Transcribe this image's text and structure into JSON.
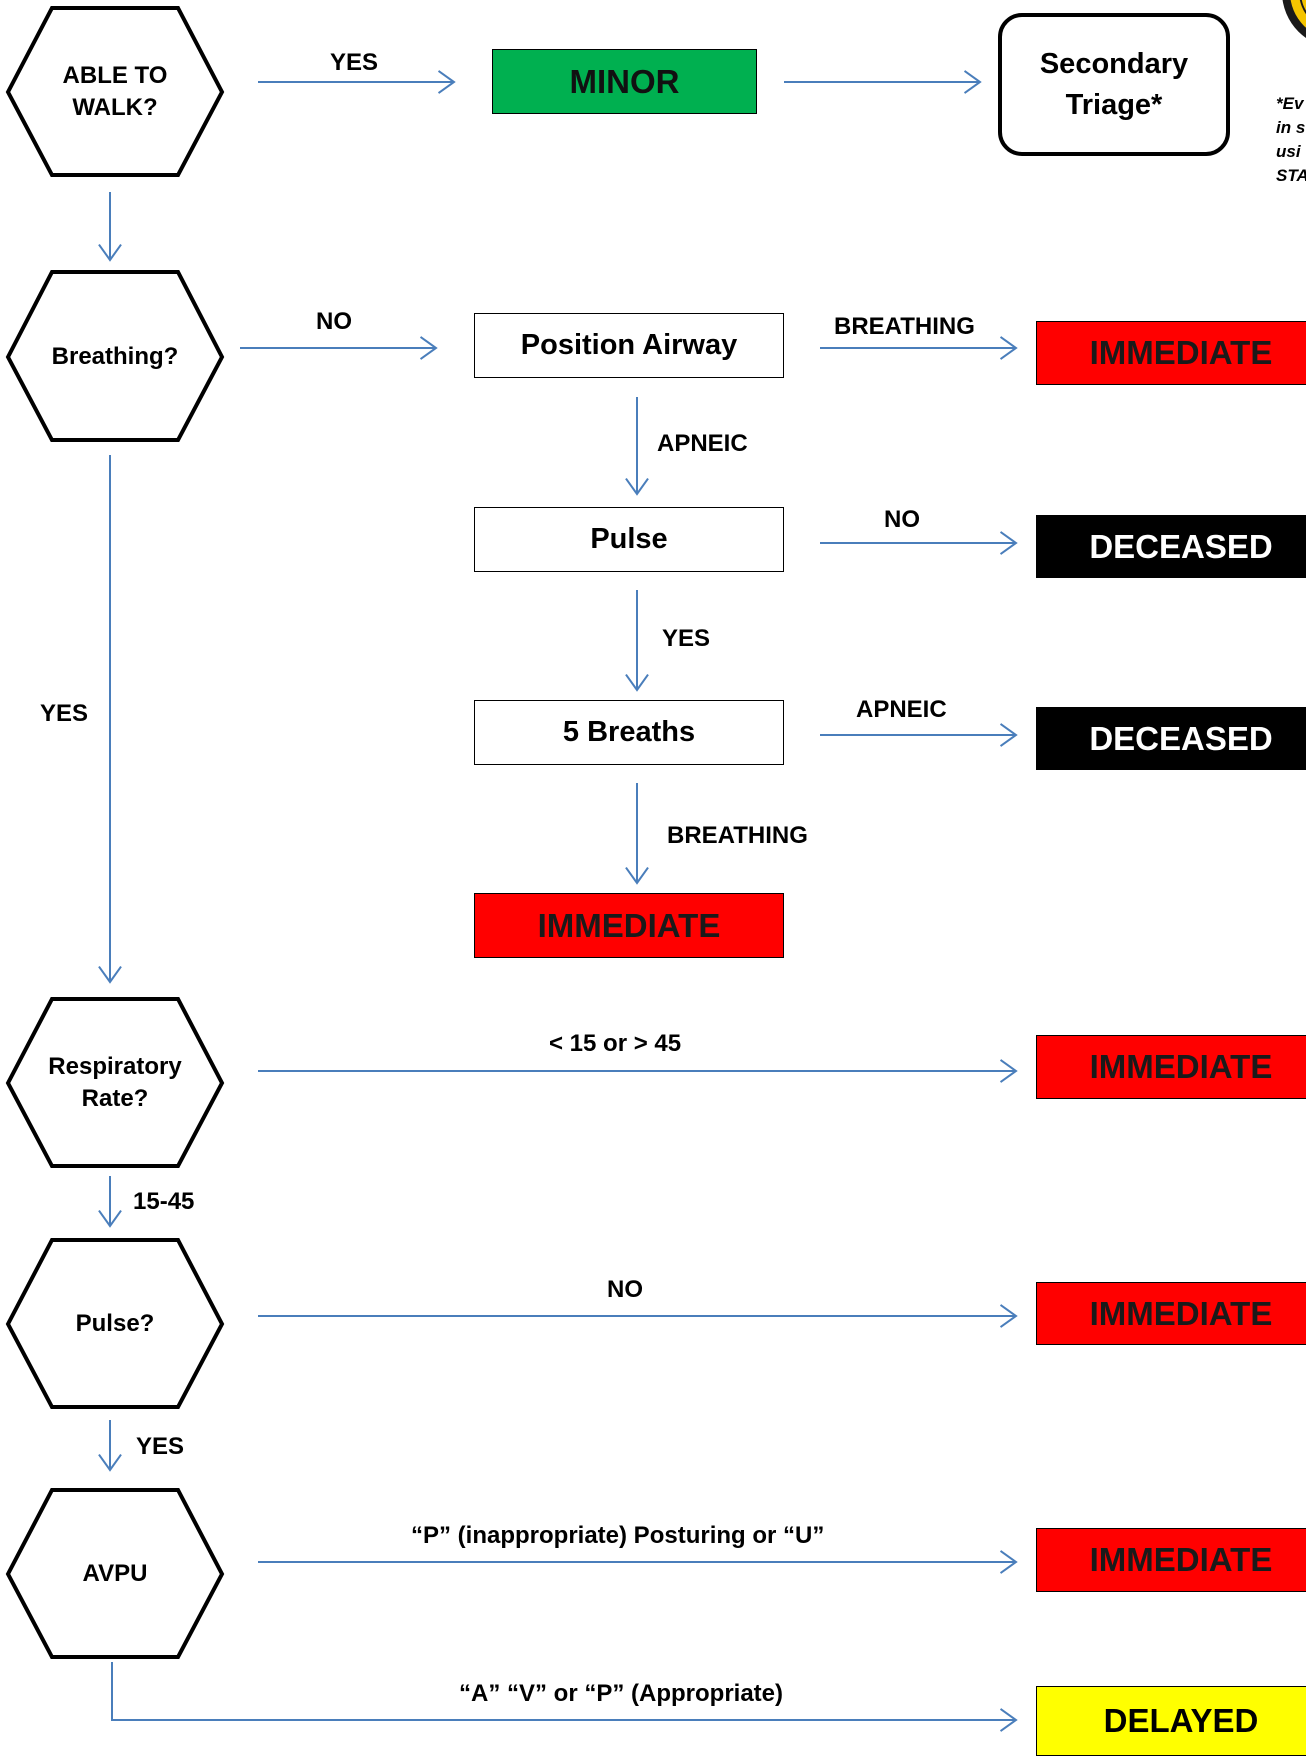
{
  "colors": {
    "connector": "#4a7ebb",
    "immediate": "#ff0000",
    "minor": "#00b050",
    "deceased": "#000000",
    "delayed": "#ffff00"
  },
  "decisions": {
    "able_to_walk": "ABLE TO\nWALK?",
    "breathing": "Breathing?",
    "respiratory_rate": "Respiratory\nRate?",
    "pulse": "Pulse?",
    "avpu": "AVPU"
  },
  "steps": {
    "position_airway": "Position Airway",
    "pulse": "Pulse",
    "five_breaths": "5 Breaths",
    "secondary_triage": "Secondary\nTriage*"
  },
  "categories": {
    "minor": "MINOR",
    "immediate_airway": "IMMEDIATE",
    "deceased_pulse": "DECEASED",
    "deceased_breaths": "DECEASED",
    "immediate_breaths": "IMMEDIATE",
    "immediate_resp": "IMMEDIATE",
    "immediate_pulse": "IMMEDIATE",
    "immediate_avpu": "IMMEDIATE",
    "delayed": "DELAYED"
  },
  "edge_labels": {
    "walk_yes": "YES",
    "breathing_no": "NO",
    "airway_breathing": "BREATHING",
    "airway_apneic": "APNEIC",
    "pulse_no": "NO",
    "pulse_yes": "YES",
    "breaths_apneic": "APNEIC",
    "breaths_breathing": "BREATHING",
    "breathing_yes": "YES",
    "resp_out_of_range": "< 15 or > 45",
    "resp_in_range": "15-45",
    "radial_pulse_no": "NO",
    "radial_pulse_yes": "YES",
    "avpu_immediate": "“P” (inappropriate) Posturing or “U”",
    "avpu_delayed": "“A” “V” or “P” (Appropriate)"
  },
  "footnote": "*Ev\nin s\nusi\nSTA"
}
